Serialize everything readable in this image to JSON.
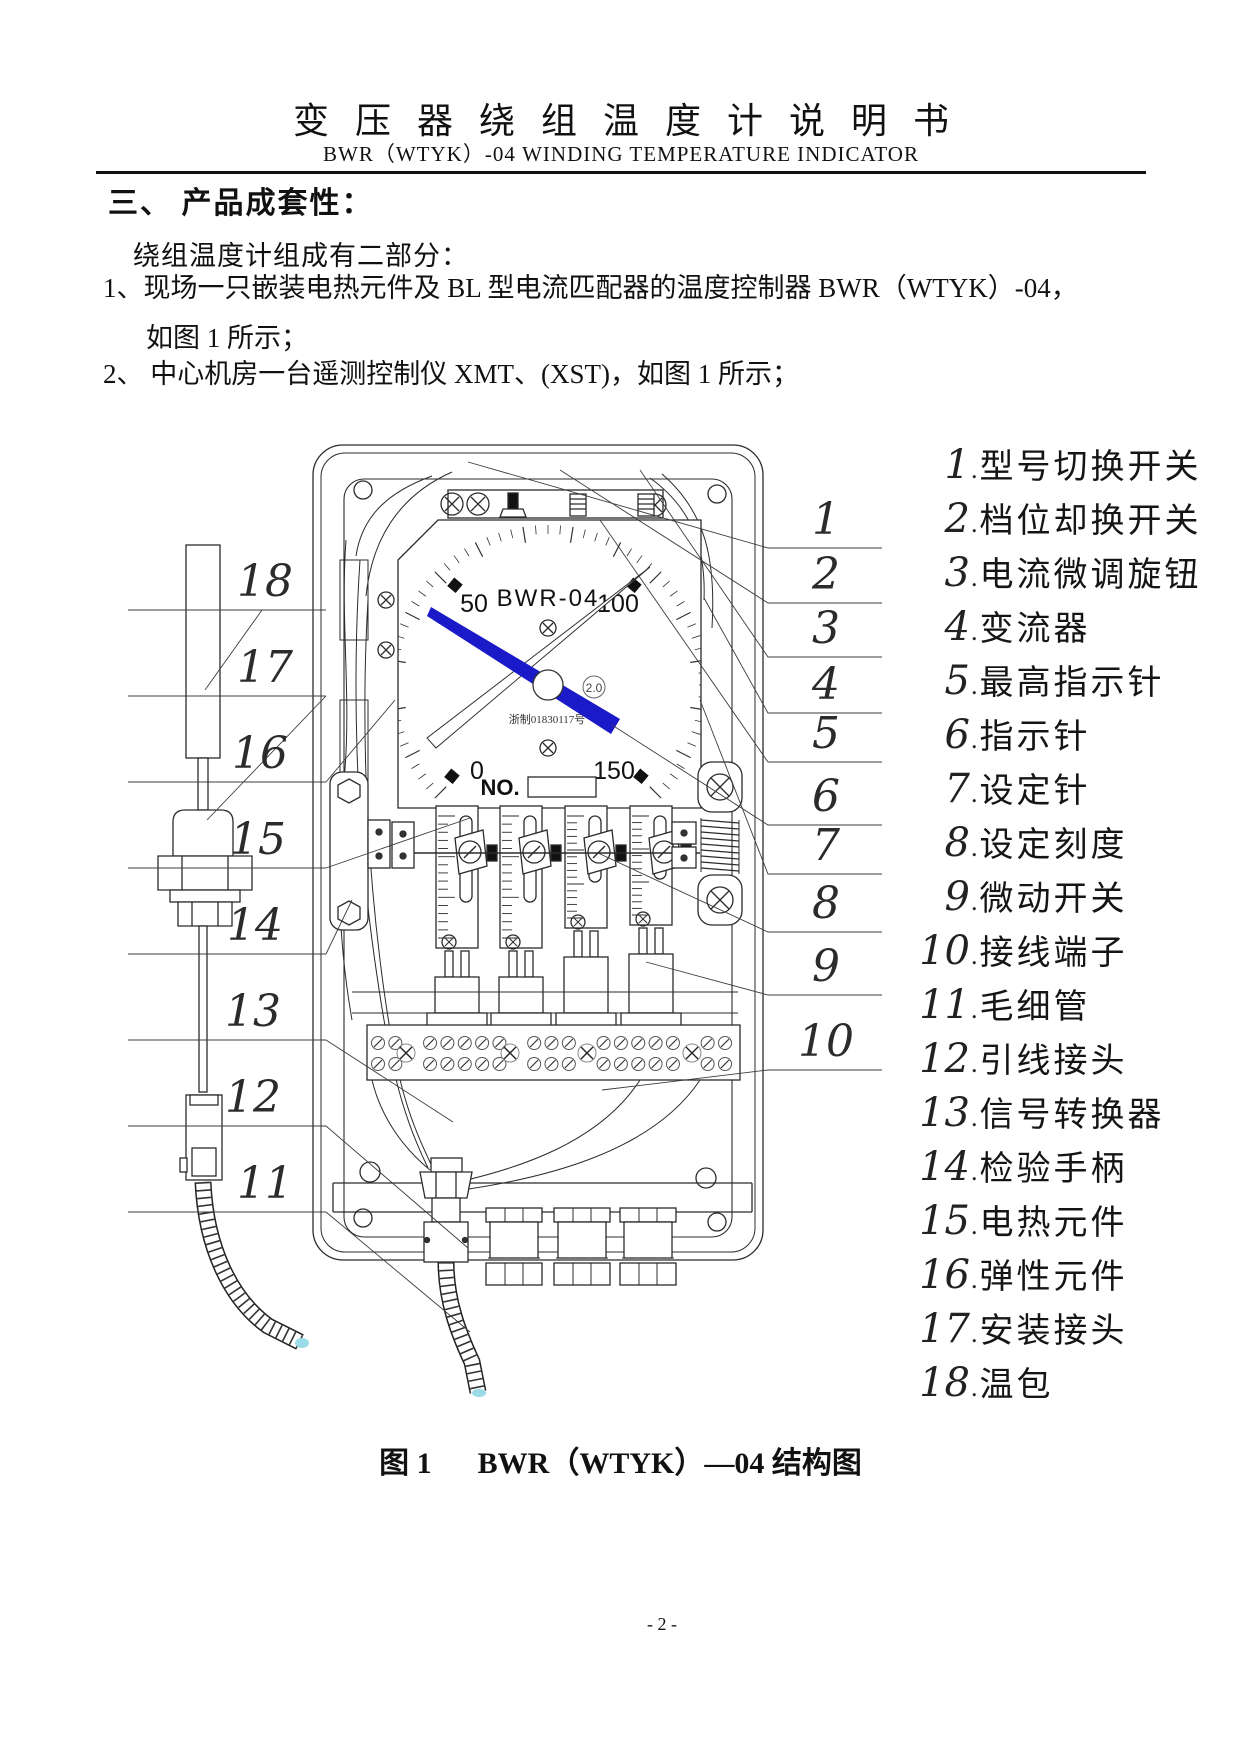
{
  "header": {
    "title": "变压器绕组温度计说明书",
    "subtitle": "BWR（WTYK）-04 WINDING TEMPERATURE INDICATOR"
  },
  "section": {
    "heading": "三、 产品成套性：",
    "intro": "绕组温度计组成有二部分：",
    "item1": "1、现场一只嵌装电热元件及 BL 型电流匹配器的温度控制器 BWR（WTYK）-04，",
    "item1_cont": "如图 1 所示；",
    "item2": "2、 中心机房一台遥测控制仪 XMT、(XST)，如图 1 所示；"
  },
  "figure": {
    "caption_fig": "图 1",
    "caption_text": "BWR（WTYK）—04 结构图",
    "gauge": {
      "model": "BWR-04",
      "scale_min": 0,
      "scale_max": 150,
      "minor_step": 2.5,
      "major_step": 10,
      "label_0": "0",
      "label_50": "50",
      "label_100": "100",
      "label_150": "150",
      "accuracy_class": "2.0",
      "serial_label": "NO.",
      "maker_text": "浙制01830117号",
      "needle_color": "#1a1ac8"
    },
    "callouts_right": [
      "1",
      "2",
      "3",
      "4",
      "5",
      "6",
      "7",
      "8",
      "9",
      "10"
    ],
    "callouts_left": [
      "18",
      "17",
      "16",
      "15",
      "14",
      "13",
      "12",
      "11"
    ],
    "legend": [
      {
        "num": "1",
        "label": "型号切换开关"
      },
      {
        "num": "2",
        "label": "档位却换开关"
      },
      {
        "num": "3",
        "label": "电流微调旋钮"
      },
      {
        "num": "4",
        "label": "变流器"
      },
      {
        "num": "5",
        "label": "最高指示针"
      },
      {
        "num": "6",
        "label": "指示针"
      },
      {
        "num": "7",
        "label": "设定针"
      },
      {
        "num": "8",
        "label": "设定刻度"
      },
      {
        "num": "9",
        "label": "微动开关"
      },
      {
        "num": "10",
        "label": "接线端子"
      },
      {
        "num": "11",
        "label": "毛细管"
      },
      {
        "num": "12",
        "label": "引线接头"
      },
      {
        "num": "13",
        "label": "信号转换器"
      },
      {
        "num": "14",
        "label": "检验手柄"
      },
      {
        "num": "15",
        "label": "电热元件"
      },
      {
        "num": "16",
        "label": "弹性元件"
      },
      {
        "num": "17",
        "label": "安装接头"
      },
      {
        "num": "18",
        "label": "温包"
      }
    ],
    "strip": {
      "rows": 2,
      "cols": 21
    }
  },
  "footer": {
    "page": "- 2 -"
  }
}
